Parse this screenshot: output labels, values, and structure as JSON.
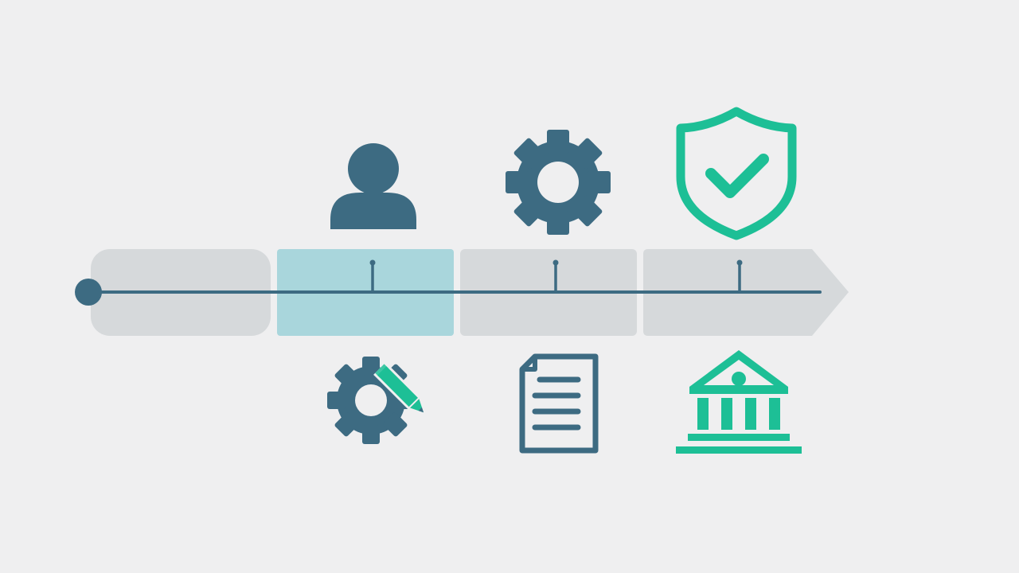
{
  "colors": {
    "background": "#efeff0",
    "segment_neutral": "#d6d9db",
    "segment_highlight": "#a9d6dc",
    "timeline_line": "#3d6b82",
    "icon_primary": "#3d6b82",
    "icon_accent": "#1dbf96"
  },
  "timeline": {
    "segments": [
      {
        "name": "segment-1",
        "state": "neutral"
      },
      {
        "name": "segment-2",
        "state": "highlighted"
      },
      {
        "name": "segment-3",
        "state": "neutral"
      },
      {
        "name": "segment-4",
        "state": "neutral",
        "shape": "arrow"
      }
    ],
    "milestones": 3
  },
  "icons": {
    "top": [
      {
        "name": "user-icon",
        "color": "primary"
      },
      {
        "name": "gear-icon",
        "color": "primary"
      },
      {
        "name": "shield-check-icon",
        "color": "accent"
      }
    ],
    "bottom": [
      {
        "name": "gear-pencil-icon",
        "color": "primary"
      },
      {
        "name": "document-icon",
        "color": "primary"
      },
      {
        "name": "bank-icon",
        "color": "accent"
      }
    ]
  }
}
